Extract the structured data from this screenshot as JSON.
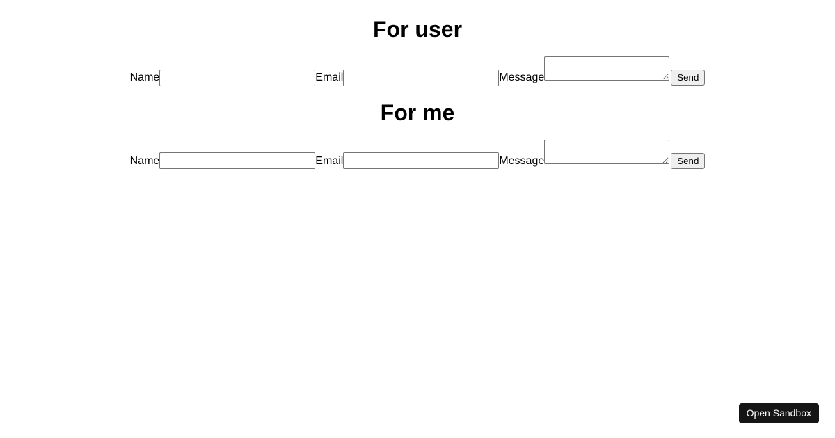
{
  "sections": [
    {
      "heading": "For user",
      "form": {
        "name_label": "Name",
        "name_value": "",
        "email_label": "Email",
        "email_value": "",
        "message_label": "Message",
        "message_value": "",
        "send_label": "Send"
      }
    },
    {
      "heading": "For me",
      "form": {
        "name_label": "Name",
        "name_value": "",
        "email_label": "Email",
        "email_value": "",
        "message_label": "Message",
        "message_value": "",
        "send_label": "Send"
      }
    }
  ],
  "overlay": {
    "open_sandbox_label": "Open Sandbox"
  },
  "colors": {
    "page_background": "#ffffff",
    "text": "#000000",
    "control_border": "#767676",
    "send_button_background": "#efefef",
    "open_sandbox_background": "#151515",
    "open_sandbox_text": "#ffffff"
  }
}
